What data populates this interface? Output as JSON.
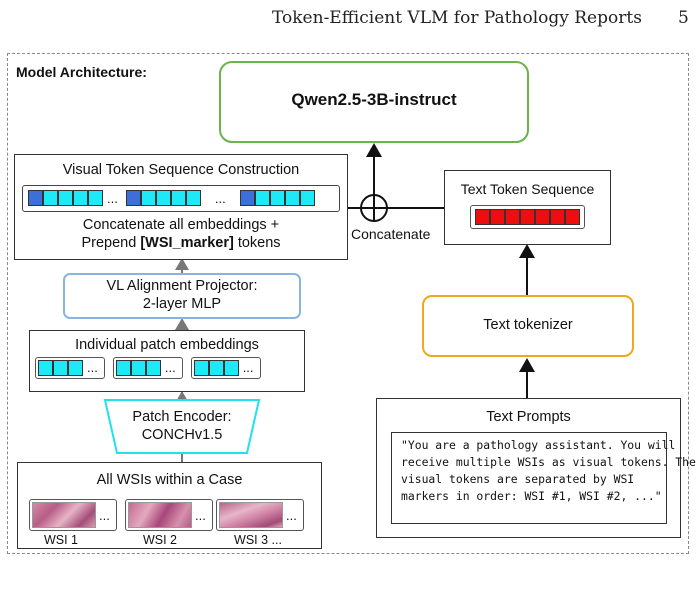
{
  "header": {
    "title": "Token-Efficient VLM for Pathology Reports",
    "page_number": "5"
  },
  "diagram": {
    "section_label": "Model Architecture:",
    "llm": {
      "label": "Qwen2.5-3B-instruct"
    },
    "visual_seq": {
      "title": "Visual Token Sequence Construction",
      "line1": "Concatenate all embeddings +",
      "line2_prefix": "Prepend ",
      "line2_bold": "[WSI_marker]",
      "line2_suffix": " tokens"
    },
    "projector": {
      "line1": "VL Alignment Projector:",
      "line2": "2-layer MLP"
    },
    "patch_emb": {
      "title": "Individual patch embeddings"
    },
    "encoder": {
      "line1": "Patch Encoder:",
      "line2": "CONCHv1.5"
    },
    "wsis": {
      "title": "All WSIs within a Case",
      "labels": [
        "WSI 1",
        "WSI 2",
        "WSI 3 ..."
      ]
    },
    "concat_label": "Concatenate",
    "text_seq": {
      "title": "Text Token Sequence"
    },
    "tokenizer": {
      "label": "Text tokenizer"
    },
    "prompts": {
      "title": "Text Prompts",
      "text": "\"You are a pathology assistant. You will\nreceive multiple WSIs as visual tokens. The\nvisual tokens are separated by WSI\nmarkers in order: WSI #1, WSI #2, ...\""
    },
    "ellipsis": "...",
    "colors": {
      "llm_border": "#6bb34a",
      "projector_border": "#8ab4e0",
      "encoder_border": "#22e0ee",
      "tokenizer_border": "#f0a820",
      "token_cyan": "#1ee9f7",
      "token_blue": "#3c6fd9",
      "token_red": "#ee0e0e"
    }
  }
}
